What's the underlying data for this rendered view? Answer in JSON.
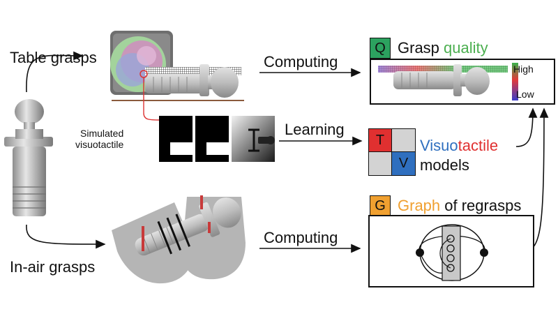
{
  "labels": {
    "table_grasps": "Table grasps",
    "in_air_grasps": "In-air grasps",
    "simulated_visuotactile": "Simulated\nvisuotactile",
    "computing_top": "Computing",
    "learning": "Learning",
    "computing_bottom": "Computing"
  },
  "quality_panel": {
    "badge": "Q",
    "title_prefix": "Grasp ",
    "title_highlight": "quality",
    "scale_high": "High",
    "scale_low": "Low"
  },
  "models_panel": {
    "badge_t": "T",
    "badge_v": "V",
    "title_part1": "Visuo",
    "title_part2": "tactile",
    "title_line2": "models"
  },
  "graph_panel": {
    "badge": "G",
    "title_highlight": "Graph",
    "title_suffix": " of regrasps"
  },
  "colors": {
    "q_badge": "#2ca25f",
    "g_badge": "#f0a030",
    "t_badge": "#e03030",
    "v_badge": "#2f6fbf",
    "quality_green": "#4caf50",
    "visuo_blue": "#2f6fbf",
    "tactile_red": "#e03030",
    "graph_orange": "#f0a030",
    "part_gray": "#b8b8b8"
  }
}
